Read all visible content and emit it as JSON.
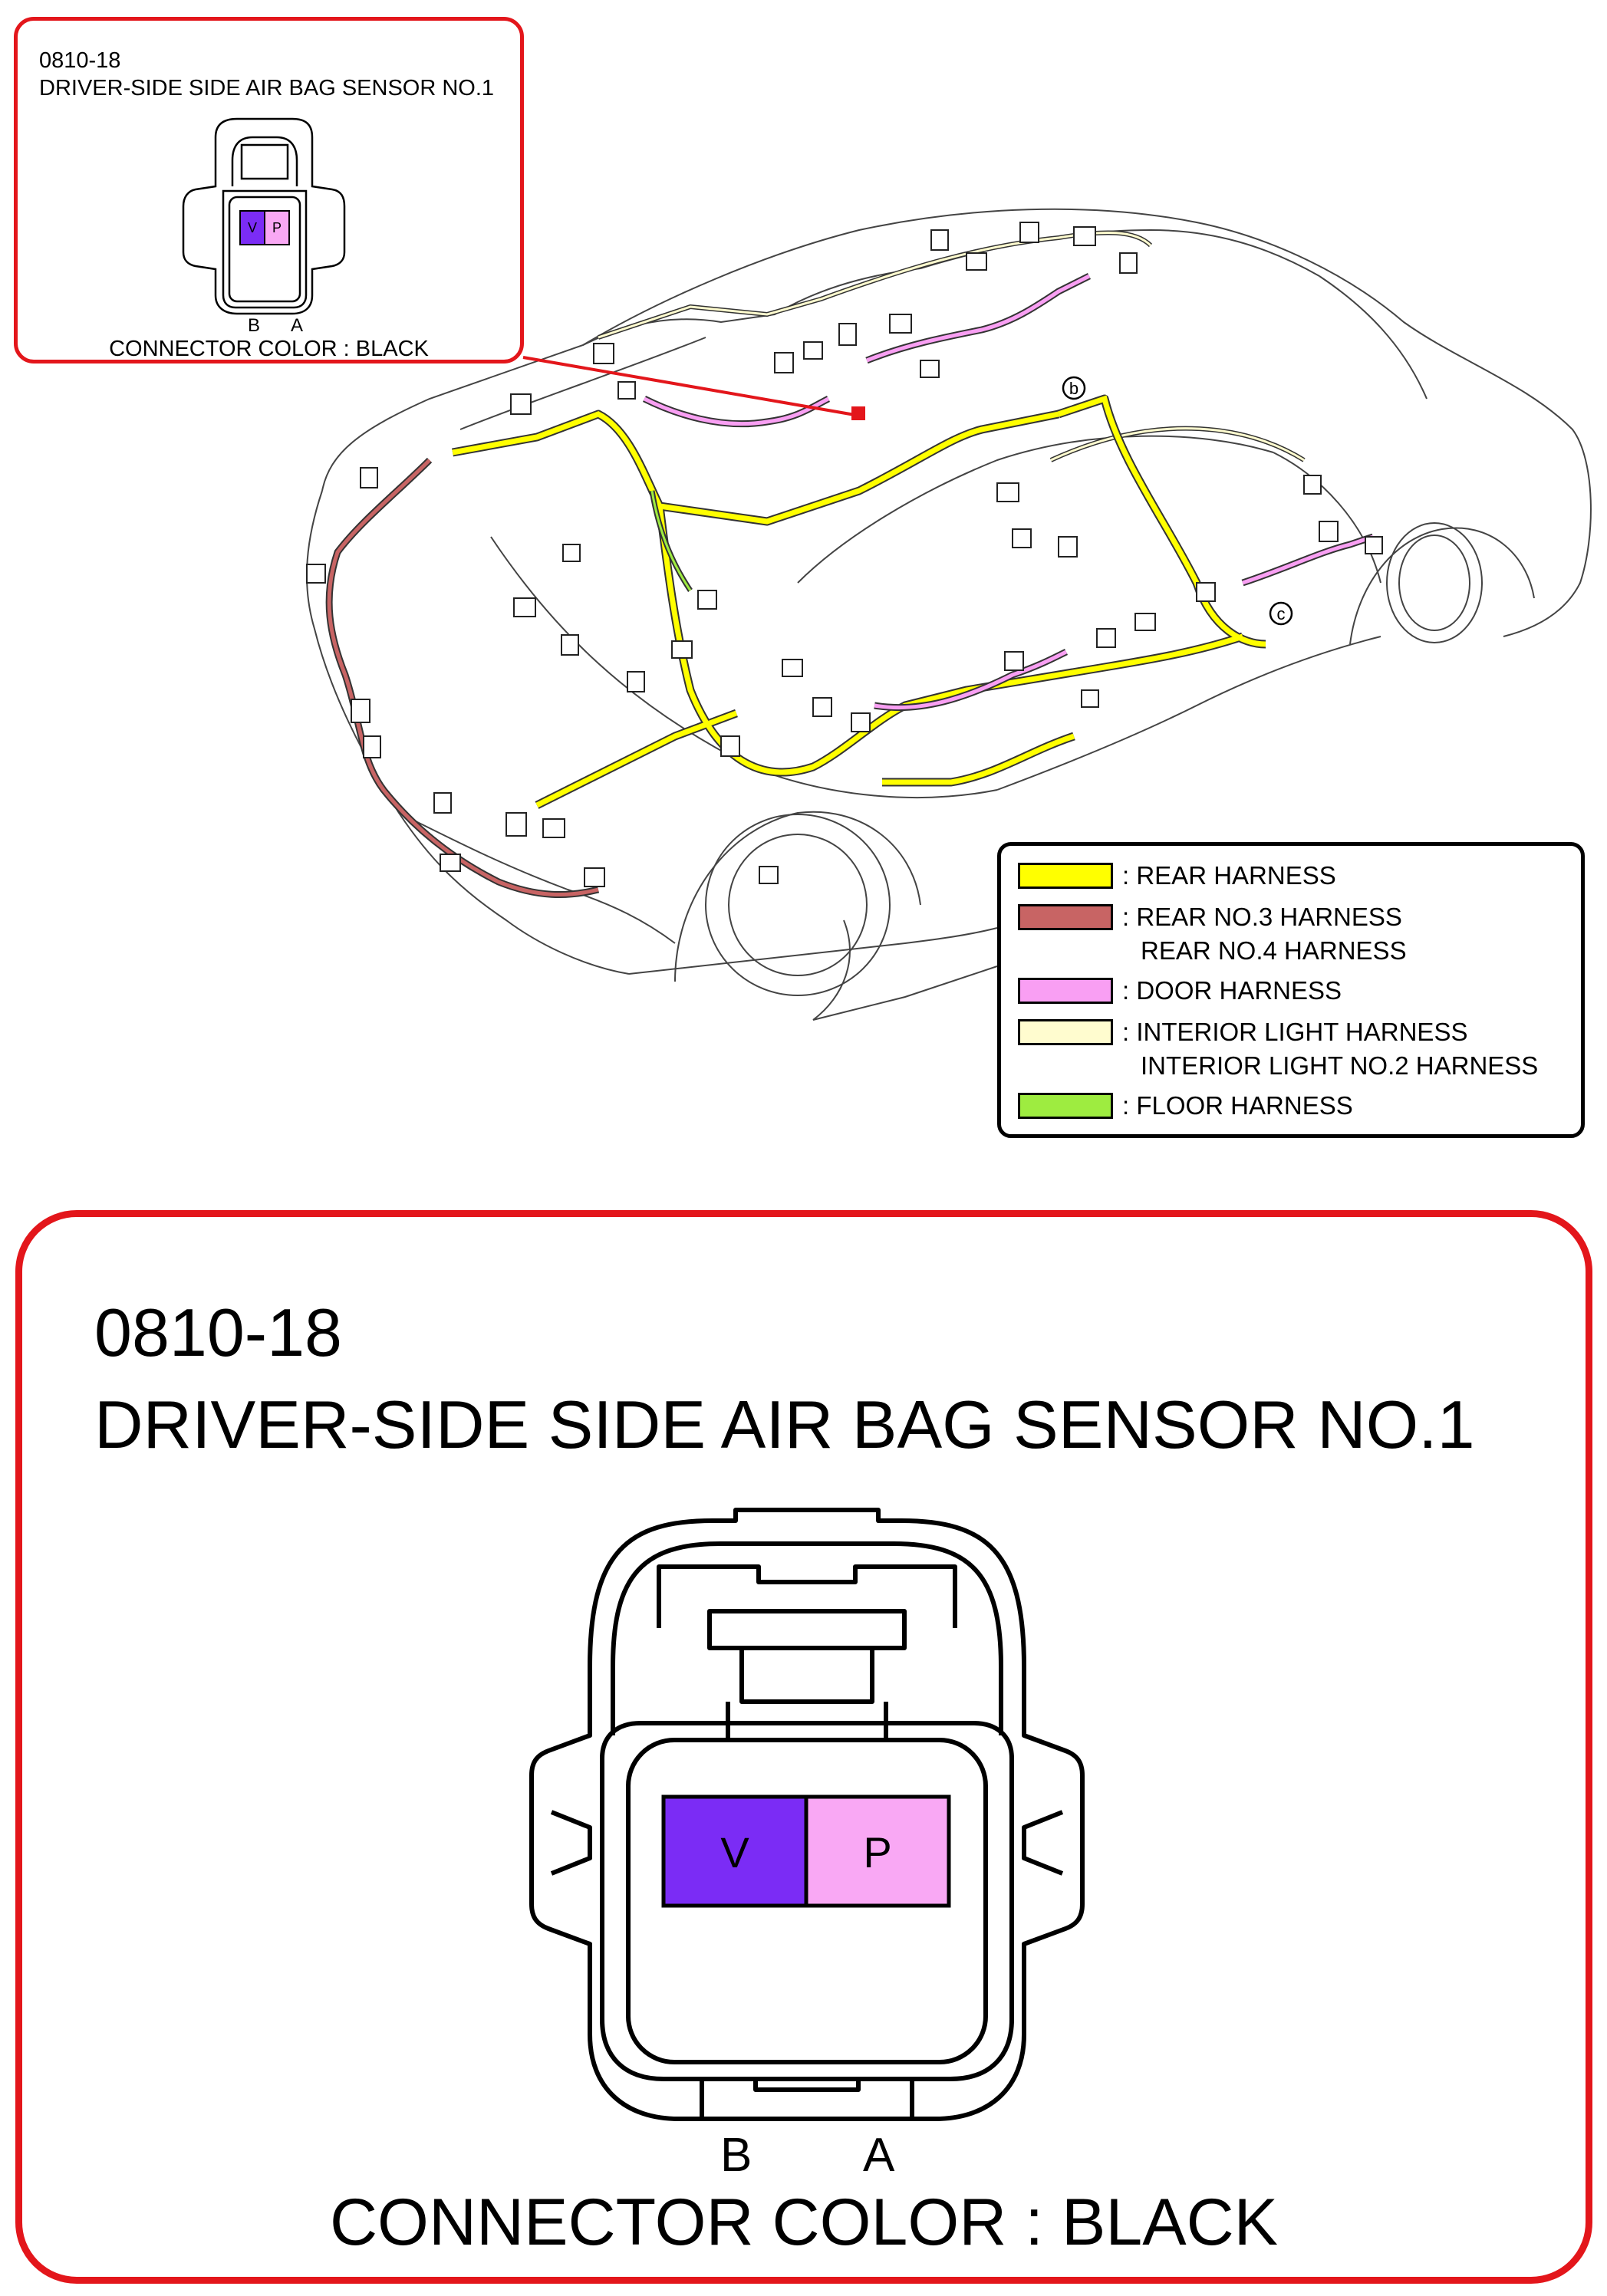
{
  "connector": {
    "code": "0810-18",
    "name": "DRIVER-SIDE SIDE AIR BAG SENSOR NO.1",
    "connector_color_label": "CONNECTOR COLOR : BLACK",
    "pins": [
      {
        "position": "B",
        "wire_color": "V",
        "fill": "#7b2cf5"
      },
      {
        "position": "A",
        "wire_color": "P",
        "fill": "#f9a8f4"
      }
    ]
  },
  "location_markers": [
    "b",
    "c"
  ],
  "legend": [
    {
      "label": ": REAR HARNESS",
      "color": "#ffff00"
    },
    {
      "label": ": REAR NO.3 HARNESS",
      "label2": "REAR NO.4 HARNESS",
      "color": "#c86464"
    },
    {
      "label": ": DOOR HARNESS",
      "color": "#f99ff3"
    },
    {
      "label": ": INTERIOR LIGHT HARNESS",
      "label2": "INTERIOR LIGHT NO.2 HARNESS",
      "color": "#fffccf"
    },
    {
      "label": ": FLOOR HARNESS",
      "color": "#9eec40"
    }
  ],
  "colors": {
    "frame": "#e3161b"
  }
}
